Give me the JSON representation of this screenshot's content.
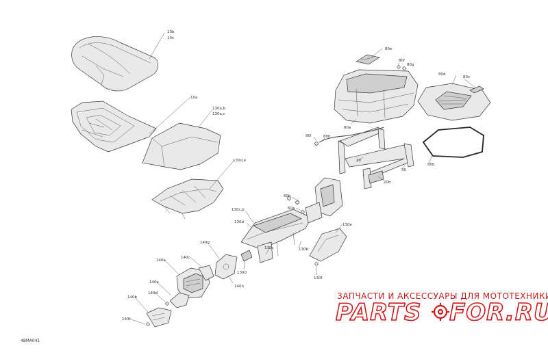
{
  "callouts": {
    "c10b": "10b",
    "c10c": "10c",
    "c10a": "10a",
    "c130ab": "130a,b",
    "c130ac": "130a,c",
    "c130de": "130d,e",
    "c80e": "80e",
    "c80f": "80f",
    "c80g": "80g",
    "c80a": "80a",
    "c80d": "80d",
    "c80c": "80c",
    "c80i": "80i",
    "c80h": "80h",
    "c80b": "80b",
    "c30a": "30",
    "c30b": "30",
    "c20b": "20b",
    "c60b": "60b",
    "c60a": "60a",
    "c130cb": "130c,b",
    "c130dd": "130d",
    "c130c": "130c",
    "c130b": "130b",
    "c130e": "130e",
    "c130f": "130f",
    "c130d": "130d",
    "c140g": "140g",
    "c140a": "140a",
    "c140c": "140c",
    "c140h": "140h",
    "c140e": "140e",
    "c140d": "140d",
    "c140b": "140b",
    "c140f": "140f"
  },
  "diagram_code": "48MA041",
  "watermark": {
    "tagline": "ЗАПЧАСТИ И АКСЕССУАРЫ ДЛЯ МОТОТЕХНИКИ",
    "brand_left": "PARTS",
    "brand_right": "FOR.RU",
    "color": "#d01818"
  }
}
